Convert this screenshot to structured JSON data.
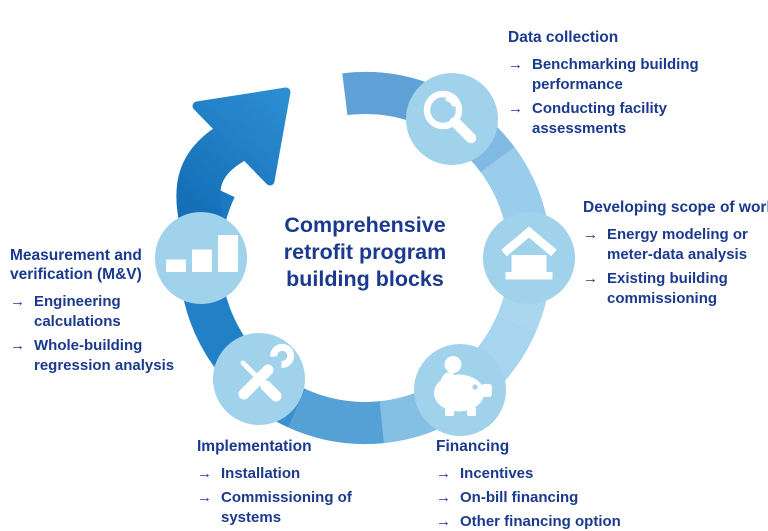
{
  "title": {
    "text": "Comprehensive\nretrofit program\nbuilding blocks"
  },
  "glyphs": {
    "bullet_arrow": "→"
  },
  "colors": {
    "text_navy": "#1b3a8e",
    "stage_circle_fill": "#a0d2ec",
    "ring_light": "#aad6ef",
    "ring_medium": "#5fa1d7",
    "ring_dark": "#1c78c2",
    "arrow_gradient_start": "#1570b8",
    "arrow_gradient_end": "#2e8fd3",
    "icon_white": "#ffffff"
  },
  "sections": [
    {
      "id": "data-collection",
      "icon": "magnifier-icon",
      "heading": "Data collection",
      "bullets": [
        "Benchmarking building\nperformance",
        "Conducting facility\nassessments"
      ]
    },
    {
      "id": "developing-scope-of-work",
      "icon": "house-icon",
      "heading": "Developing scope of work",
      "bullets": [
        "Energy modeling or\nmeter-data analysis",
        "Existing building\ncommissioning"
      ]
    },
    {
      "id": "financing",
      "icon": "piggy-bank-icon",
      "heading": "Financing",
      "bullets": [
        "Incentives",
        "On-bill financing",
        "Other financing option"
      ]
    },
    {
      "id": "implementation",
      "icon": "tools-icon",
      "heading": "Implementation",
      "bullets": [
        "Installation",
        "Commissioning of\nsystems"
      ]
    },
    {
      "id": "measurement-verification",
      "icon": "bar-chart-icon",
      "heading": "Measurement and\nverification (M&V)",
      "bullets": [
        "Engineering\ncalculations",
        "Whole-building\nregression analysis"
      ]
    }
  ]
}
